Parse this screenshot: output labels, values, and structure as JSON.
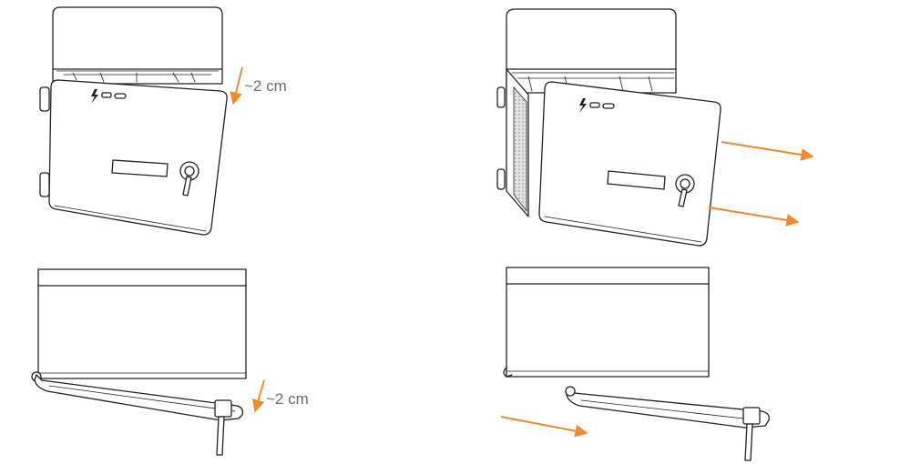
{
  "panels": [
    {
      "id": "front-tilt",
      "annotation": "~2 cm",
      "arrows": 1
    },
    {
      "id": "front-remove",
      "annotation": "",
      "arrows": 2
    },
    {
      "id": "side-tilt",
      "annotation": "~2 cm",
      "arrows": 1
    },
    {
      "id": "side-remove",
      "annotation": "",
      "arrows": 1
    }
  ],
  "colors": {
    "arrow": "#f08a2c",
    "line": "#231f20",
    "label": "#6d6e71",
    "perforated": "#cfcfcf"
  },
  "icons": [
    "lightning-icon",
    "key-lock-icon"
  ]
}
